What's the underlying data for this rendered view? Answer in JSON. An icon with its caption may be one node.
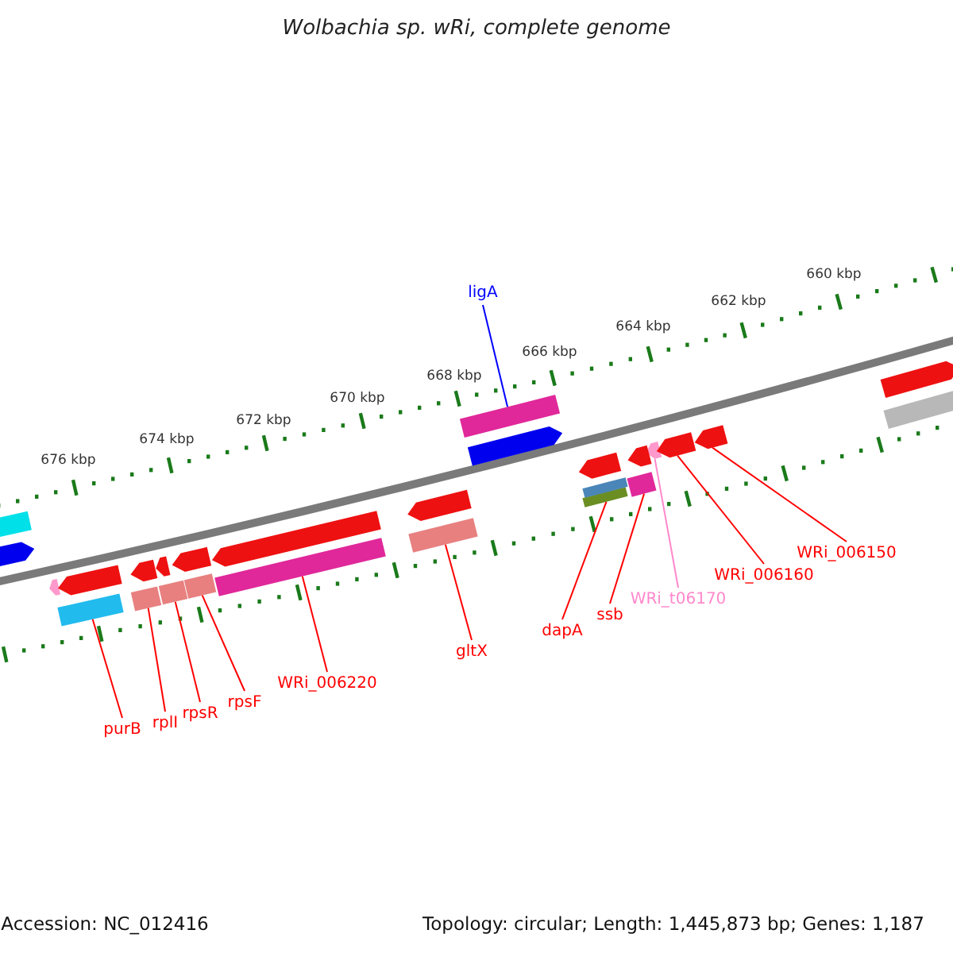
{
  "diagram": {
    "title": "Wolbachia sp. wRi, complete genome",
    "nodes": [
      {
        "text": [
          "ligA"
        ]
      },
      {
        "text": [],
        "shape": "bar"
      },
      {
        "text": [
          "purB"
        ]
      },
      {
        "text": [],
        "shape": "bar"
      },
      {
        "text": [
          "rplI"
        ]
      },
      {
        "text": [],
        "shape": "bar"
      },
      {
        "text": [
          "rpsR"
        ]
      },
      {
        "text": [],
        "shape": "bar"
      },
      {
        "text": [
          "rpsF"
        ]
      },
      {
        "text": [],
        "shape": "bar"
      },
      {
        "text": [
          "WRi_006220"
        ]
      },
      {
        "text": [],
        "shape": "bar"
      },
      {
        "text": [
          "gltX"
        ]
      },
      {
        "text": [],
        "shape": "bar"
      },
      {
        "text": [
          "dapA"
        ]
      },
      {
        "text": [],
        "shape": "bar"
      },
      {
        "text": [
          "ssb"
        ]
      },
      {
        "text": [],
        "shape": "bar"
      },
      {
        "text": [
          "WRi_t06170"
        ]
      },
      {
        "text": [],
        "shape": "arrow"
      },
      {
        "text": [
          "WRi_006160"
        ]
      },
      {
        "text": [],
        "shape": "arrow"
      },
      {
        "text": [
          "WRi_006150"
        ]
      },
      {
        "text": [],
        "shape": "arrow"
      },
      {
        "text": [],
        "shape": "bar"
      },
      {
        "text": [],
        "shape": "arrow"
      },
      {
        "text": [],
        "shape": "arrow"
      },
      {
        "text": [],
        "shape": "arrow"
      },
      {
        "text": [],
        "shape": "arrow"
      },
      {
        "text": [],
        "shape": "arrow"
      },
      {
        "text": [],
        "shape": "arrow"
      },
      {
        "text": [],
        "shape": "arrow"
      },
      {
        "text": [],
        "shape": "arrow"
      },
      {
        "text": [],
        "shape": "arrow"
      },
      {
        "text": [],
        "shape": "arrow"
      },
      {
        "text": [],
        "shape": "bar"
      },
      {
        "text": [],
        "shape": "arrow"
      },
      {
        "text": [],
        "shape": "arrow"
      },
      {
        "text": [],
        "shape": "bar"
      }
    ],
    "edges": [
      {
        "from": 0,
        "to": 1,
        "arrow": "none",
        "color": "#0000ff"
      },
      {
        "from": 2,
        "to": 3,
        "arrow": "none"
      },
      {
        "from": 4,
        "to": 5,
        "arrow": "none"
      },
      {
        "from": 6,
        "to": 7,
        "arrow": "none"
      },
      {
        "from": 8,
        "to": 9,
        "arrow": "none"
      },
      {
        "from": 10,
        "to": 11,
        "arrow": "none"
      },
      {
        "from": 12,
        "to": 13,
        "arrow": "none"
      },
      {
        "from": 14,
        "to": 15,
        "arrow": "none"
      },
      {
        "from": 16,
        "to": 17,
        "arrow": "none"
      },
      {
        "from": 18,
        "to": 19,
        "arrow": "none",
        "color": "#ff88cc"
      },
      {
        "from": 20,
        "to": 21,
        "arrow": "none"
      },
      {
        "from": 22,
        "to": 23,
        "arrow": "none"
      }
    ],
    "labels": [
      "660 kbp",
      "662 kbp",
      "664 kbp",
      "666 kbp",
      "668 kbp",
      "670 kbp",
      "672 kbp",
      "674 kbp",
      "676 kbp",
      "Accession: NC_012416",
      "Topology: circular; Length: 1,445,873 bp; Genes: 1,187"
    ]
  }
}
